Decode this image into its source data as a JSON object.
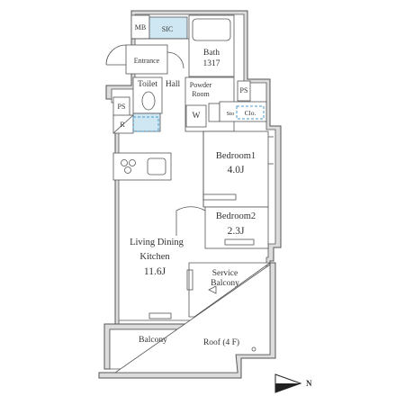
{
  "rooms": {
    "mb": "MB",
    "sic": "SIC",
    "bath": "Bath",
    "bath_size": "1317",
    "entrance": "Entrance",
    "toilet": "Toilet",
    "hall": "Hall",
    "powder_room_1": "Powder",
    "powder_room_2": "Room",
    "ps_top": "PS",
    "ps_left": "PS",
    "w": "W",
    "sto": "Sto",
    "clo": "Clo.",
    "r": "R",
    "bedroom1": "Bedroom1",
    "bedroom1_size": "4.0J",
    "bedroom2": "Bedroom2",
    "bedroom2_size": "2.3J",
    "ldk_1": "Living Dining",
    "ldk_2": "Kitchen",
    "ldk_size": "11.6J",
    "service_balcony_1": "Service",
    "service_balcony_2": "Balcony",
    "balcony": "Balcony",
    "roof": "Roof (4 F)"
  },
  "compass": {
    "label": "N"
  },
  "colors": {
    "wall": "#dcdcdc",
    "accent": "#cfe7f3",
    "line": "#555555",
    "dash": "#4a98c8"
  }
}
